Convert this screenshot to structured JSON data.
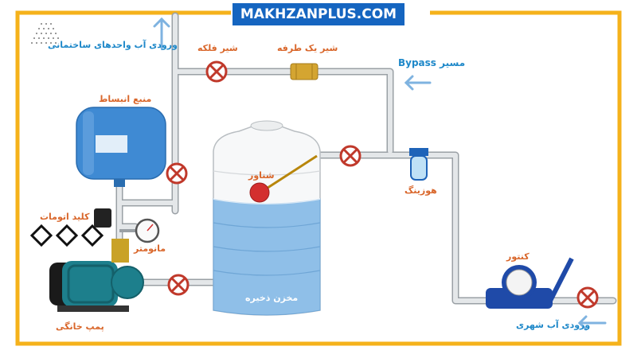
{
  "brand": "MAKHZANPLUS.COM",
  "colors": {
    "frame": "#f5b21b",
    "brand_bg": "#1565c0",
    "label_orange": "#d9662a",
    "label_blue": "#1e88c9",
    "valve_red": "#c0392b",
    "tank_water": "#8fbfe8",
    "pipe": "#cfd3d6"
  },
  "labels": {
    "inlet_units": "ورودی آب واحدهای ساختمانی",
    "valve_main": "شیر فلکه",
    "check_valve": "شیر یک طرفه",
    "bypass": "مسیر Bypass",
    "expansion_tank": "منبع انبساط",
    "float": "شناور",
    "filter": "هوزینگ",
    "auto_switch": "کلید اتومات",
    "manometer": "مانومتر",
    "meter": "کنتور",
    "storage_tank": "مخزن ذخیره",
    "home_pump": "پمپ خانگی",
    "city_inlet": "ورودی آب شهری"
  }
}
